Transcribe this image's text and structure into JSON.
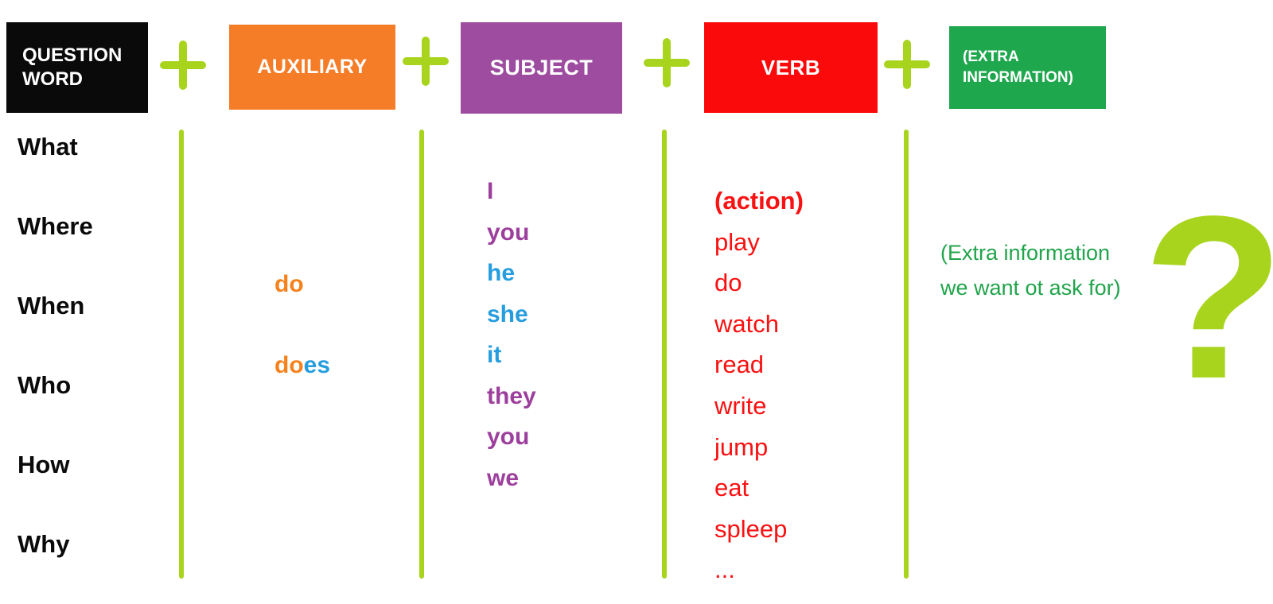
{
  "colors": {
    "lime": "#a8d41e",
    "black-box": "#0a0a0a",
    "orange": "#f57d28",
    "purple": "#9d4c9f",
    "red": "#fa0a0a",
    "green": "#1fa74e",
    "text-orange": "#f5821d",
    "text-blue": "#259dde",
    "text-purple": "#9d3f9d",
    "text-red": "#fa1111",
    "text-green": "#21a44b"
  },
  "header": {
    "plus_icon": "plus-icon",
    "boxes": {
      "question_word": {
        "label": "QUESTION\nWORD"
      },
      "auxiliary": {
        "label": "AUXILIARY"
      },
      "subject": {
        "label": "SUBJECT"
      },
      "verb": {
        "label": "VERB"
      },
      "extra": {
        "label": "(EXTRA\nINFORMATION)"
      }
    }
  },
  "lists": {
    "question_words": [
      "What",
      "Where",
      "When",
      "Who",
      "How",
      "Why"
    ],
    "auxiliary": [
      {
        "parts": [
          {
            "text": "do",
            "color": "text-orange"
          }
        ]
      },
      {
        "parts": [
          {
            "text": "do",
            "color": "text-orange"
          },
          {
            "text": "es",
            "color": "text-blue"
          }
        ]
      }
    ],
    "subjects": [
      {
        "text": "I",
        "color": "text-purple"
      },
      {
        "text": "you",
        "color": "text-purple"
      },
      {
        "text": "he",
        "color": "text-blue"
      },
      {
        "text": "she",
        "color": "text-blue"
      },
      {
        "text": "it",
        "color": "text-blue"
      },
      {
        "text": "they",
        "color": "text-purple"
      },
      {
        "text": "you",
        "color": "text-purple"
      },
      {
        "text": "we",
        "color": "text-purple"
      }
    ],
    "verbs": [
      {
        "text": "(action)",
        "bold": true
      },
      {
        "text": "play"
      },
      {
        "text": "do"
      },
      {
        "text": "watch"
      },
      {
        "text": "read"
      },
      {
        "text": "write"
      },
      {
        "text": "jump"
      },
      {
        "text": "eat"
      },
      {
        "text": "spleep"
      },
      {
        "text": "..."
      }
    ]
  },
  "extra_info": {
    "note": "(Extra information\nwe want ot ask for)"
  },
  "question_mark": "?"
}
